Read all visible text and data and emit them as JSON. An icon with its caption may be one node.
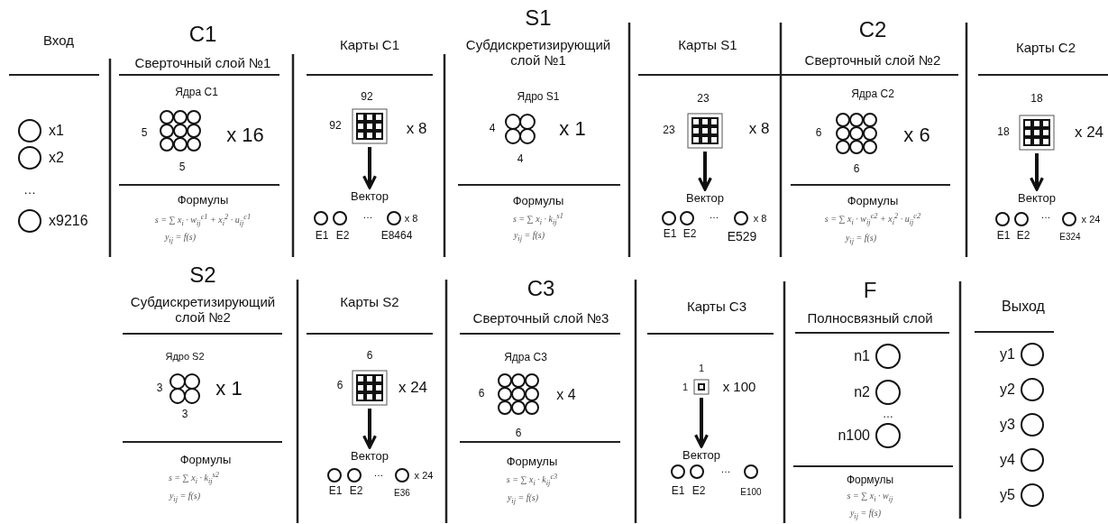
{
  "diagram": {
    "nodes": [
      {
        "text": [],
        "shape": "circle",
        "beside": [
          "x1"
        ]
      },
      {
        "text": [],
        "shape": "circle",
        "beside": [
          "x2"
        ]
      },
      {
        "text": [],
        "shape": "circle",
        "beside": [
          "x9216"
        ]
      },
      {
        "text": [],
        "shape": "picture"
      },
      {
        "text": [
          "Вектор"
        ]
      },
      {
        "text": [],
        "shape": "picture"
      },
      {
        "text": [
          "Вектор"
        ]
      },
      {
        "text": [],
        "shape": "picture"
      },
      {
        "text": [
          "Вектор"
        ]
      },
      {
        "text": [],
        "shape": "picture"
      },
      {
        "text": [
          "Вектор"
        ]
      },
      {
        "text": [],
        "shape": "picture"
      },
      {
        "text": [
          "Вектор"
        ]
      },
      {
        "text": [],
        "shape": "circle",
        "beside": [
          "n1"
        ]
      },
      {
        "text": [],
        "shape": "circle",
        "beside": [
          "n2"
        ]
      },
      {
        "text": [],
        "shape": "circle",
        "beside": [
          "n100"
        ]
      },
      {
        "text": [],
        "shape": "circle",
        "beside": [
          "y1"
        ]
      },
      {
        "text": [],
        "shape": "circle",
        "beside": [
          "y2"
        ]
      },
      {
        "text": [],
        "shape": "circle",
        "beside": [
          "y3"
        ]
      },
      {
        "text": [],
        "shape": "circle",
        "beside": [
          "y4"
        ]
      },
      {
        "text": [],
        "shape": "circle",
        "beside": [
          "y5"
        ]
      }
    ],
    "edges": [
      {
        "from": 3,
        "to": 4,
        "arrow": "to"
      },
      {
        "from": 5,
        "to": 6,
        "arrow": "to"
      },
      {
        "from": 7,
        "to": 8,
        "arrow": "to"
      },
      {
        "from": 9,
        "to": 10,
        "arrow": "to"
      },
      {
        "from": 11,
        "to": 12,
        "arrow": "to"
      }
    ],
    "labels": [
      "Вход",
      "…",
      "C1",
      "Сверточный слой №1",
      "Ядра C1",
      "5",
      "x 16",
      "5",
      "Формулы",
      "s = ∑ x$_{i}$ · w$_{ij}$$^{c1}$ + x$_{i}$$^{2}$ · u$_{ij}$$^{c1}$",
      "y$_{ij}$ = f(s)",
      "Карты C1",
      "92",
      "92",
      "x 8",
      "…",
      "x 8",
      "E1",
      "E2",
      "E8464",
      "S1",
      "Субдискретизирующий слой №1",
      "Ядро S1",
      "4",
      "x 1",
      "4",
      "Формулы",
      "s = ∑ x$_{i}$ · k$_{ij}$$^{s1}$",
      "y$_{ij}$ = f(s)",
      "Карты S1",
      "23",
      "23",
      "x 8",
      "…",
      "x 8",
      "E1",
      "E2",
      "E529",
      "C2",
      "Сверточный слой №2",
      "Ядра C2",
      "6",
      "x 6",
      "6",
      "Формулы",
      "s = ∑ x$_{i}$ · w$_{ij}$$^{c2}$ + x$_{i}$$^{2}$ · u$_{ij}$$^{c2}$",
      "y$_{ij}$ = f(s)",
      "Карты C2",
      "18",
      "18",
      "x 24",
      "…",
      "x 24",
      "E1",
      "E2",
      "E324",
      "S2",
      "Субдискретизирующий слой №2",
      "Ядро S2",
      "3",
      "x 1",
      "3",
      "Формулы",
      "s = ∑ x$_{i}$ · k$_{ij}$$^{s2}$",
      "y$_{ij}$ = f(s)",
      "Карты S2",
      "6",
      "6",
      "x 24",
      "…",
      "x 24",
      "E1",
      "E2",
      "E36",
      "C3",
      "Сверточный слой №3",
      "Ядра C3",
      "6",
      "x 4",
      "6",
      "Формулы",
      "s = ∑ x$_{i}$ · k$_{ij}$$^{c3}$",
      "y$_{ij}$ = f(s)",
      "Карты C3",
      "1",
      "1",
      "x 100",
      "…",
      "E1",
      "E2",
      "E100",
      "F",
      "Полносвязный слой",
      "…",
      "Формулы",
      "s = ∑ x$_{i}$ · w$_{ij}$",
      "y$_{ij}$ = f(s)",
      "Выход"
    ]
  }
}
